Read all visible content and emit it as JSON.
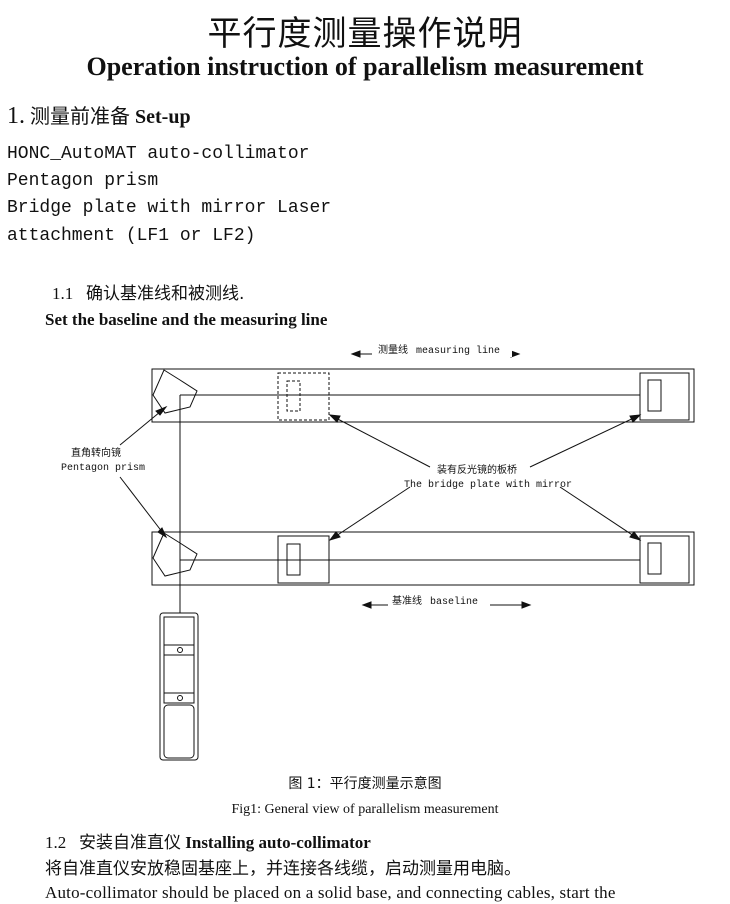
{
  "title": {
    "cn": "平行度测量操作说明",
    "en": "Operation instruction of parallelism measurement"
  },
  "section1": {
    "number": "1.",
    "cn": "测量前准备",
    "en": "Set-up"
  },
  "equipment": [
    "HONC_AutoMAT auto-collimator",
    "Pentagon prism",
    "Bridge plate with mirror Laser",
    "attachment (LF1 or LF2)"
  ],
  "sub11": {
    "number": "1.1",
    "cn": "确认基准线和被测线.",
    "en": "Set the baseline and the measuring line"
  },
  "figure": {
    "measuring_line_cn": "测量线",
    "measuring_line_en": "measuring line",
    "baseline_cn": "基准线",
    "baseline_en": "baseline",
    "pentagon_cn": "直角转向镜",
    "pentagon_en": "Pentagon prism",
    "bridge_cn": "装有反光镜的板桥",
    "bridge_en": "The bridge plate with mirror",
    "caption_cn": "图 1：平行度测量示意图",
    "caption_en": "Fig1: General view of parallelism measurement"
  },
  "sub12": {
    "number": "1.2",
    "cn": "安装自准直仪",
    "en": "Installing auto-collimator"
  },
  "para": {
    "cn": "将自准直仪安放稳固基座上，并连接各线缆，启动测量用电脑。",
    "en": "Auto-collimator should be placed on a solid base, and connecting cables, start the"
  }
}
